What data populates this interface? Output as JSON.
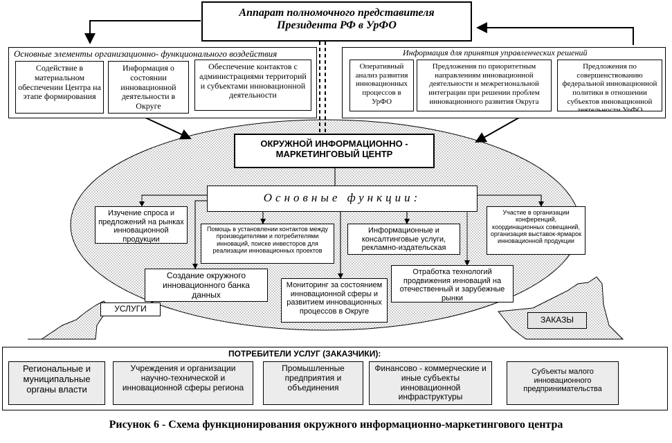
{
  "top": {
    "title_line1": "Аппарат полномочного представителя",
    "title_line2": "Президента РФ в УрФО"
  },
  "left_group": {
    "title": "Основные элементы организационно- функционального воздействия",
    "items": [
      "Содействие в материальном обеспечении Центра на этапе формирования",
      "Информация о состоянии инновационной деятельности в Округе",
      "Обеспечение контактов с администрациями территорий и субъектами инновационной деятельности"
    ]
  },
  "right_group": {
    "title": "Информация для принятия управленческих решений",
    "items": [
      "Оперативный анализ развития инновационных процессов в УрФО",
      "Предложения по приоритетным направлениям инновационной деятельности и межрегиональной интеграции при решении проблем инновационного развития Округа",
      "Предложения по совершенствованию федеральной инновационной политики в отношении субъектов инновационной деятельности УрФО"
    ]
  },
  "center": {
    "title_line1": "ОКРУЖНОЙ ИНФОРМАЦИОННО -",
    "title_line2": "МАРКЕТИНГОВЫЙ ЦЕНТР"
  },
  "functions": {
    "title": "Основные функции:",
    "items": [
      "Изучение спроса и предложений на рынках инновационной продукции",
      "Помощь в установлении контактов между производителями и потребителями инноваций, поиске инвесторов для реализации инновационных проектов",
      "Информационные и консалтинговые услуги, рекламно-издательская",
      "Участие в организации конференций, координационных совещаний, организация выставок-ярмарок инновационной продукции",
      "Создание окружного инновационного банка данных",
      "Мониторинг за состоянием инновационной сферы и развитием инновационных процессов в Округе",
      "Отработка технологий продвижения инноваций на отечественный и зарубежные рынки"
    ]
  },
  "labels": {
    "services": "УСЛУГИ",
    "orders": "ЗАКАЗЫ"
  },
  "consumers": {
    "title": "ПОТРЕБИТЕЛИ УСЛУГ (ЗАКАЗЧИКИ):",
    "items": [
      "Региональные и муниципальные органы власти",
      "Учреждения и организации научно-технической и инновационной сферы региона",
      "Промышленные предприятия и объединения",
      "Финансово - коммерческие и иные субъекты инновационной инфраструктуры",
      "Субъекты малого инновационного предпринимательства"
    ]
  },
  "caption": "Рисунок 6 - Схема функционирования окружного информационно-маркетингового центра"
}
